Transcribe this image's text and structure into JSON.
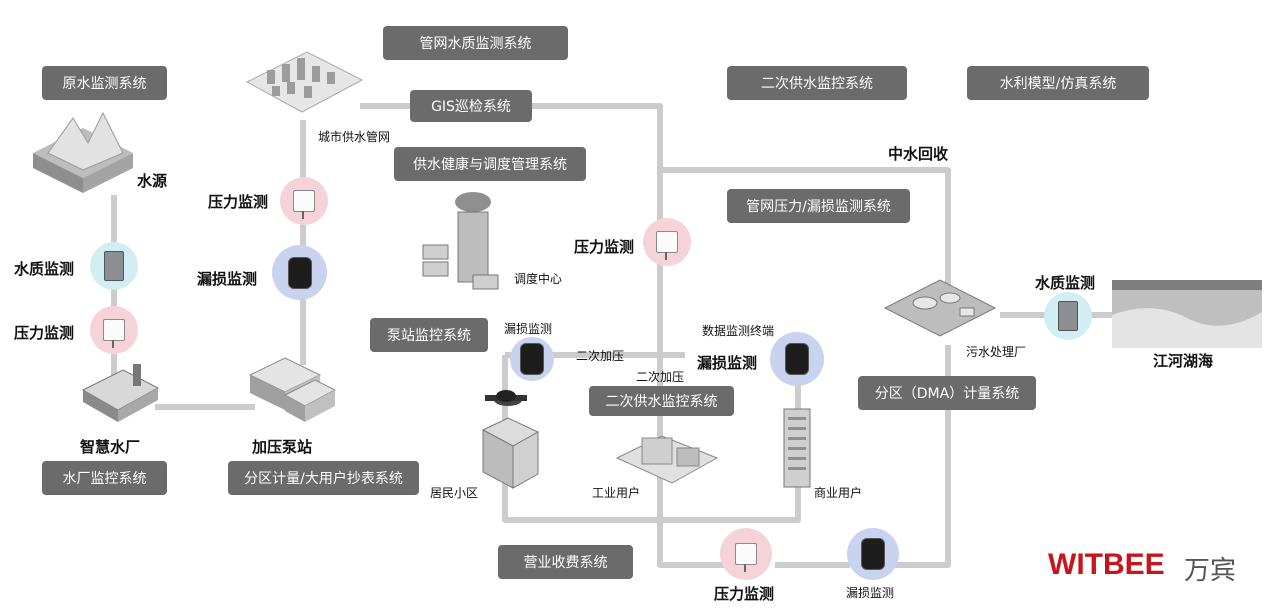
{
  "system_boxes": {
    "source_monitoring": "原水监测系统",
    "pipe_water_quality": "管网水质监测系统",
    "gis_patrol": "GIS巡检系统",
    "secondary_supply_top": "二次供水监控系统",
    "hydraulic_model": "水利模型/仿真系统",
    "health_dispatch": "供水健康与调度管理系统",
    "pressure_leak": "管网压力/漏损监测系统",
    "pump_station_system": "泵站监控系统",
    "secondary_supply_mid": "二次供水监控系统",
    "dma": "分区（DMA）计量系统",
    "plant_monitoring": "水厂监控系统",
    "zone_meter": "分区计量/大用户抄表系统",
    "billing": "营业收费系统"
  },
  "node_labels": {
    "water_source": "水源",
    "city_network": "城市供水管网",
    "dispatch_center": "调度中心",
    "reclaimed_water": "中水回收",
    "sewage_plant": "污水处理厂",
    "rivers": "江河湖海",
    "smart_plant": "智慧水厂",
    "booster_station": "加压泵站",
    "residential": "居民小区",
    "industrial": "工业用户",
    "commercial": "商业用户",
    "secondary_boost_1": "二次加压",
    "secondary_boost_2": "二次加压",
    "data_terminal": "数据监测终端"
  },
  "sensor_labels": {
    "left_quality": "水质监测",
    "left_pressure": "压力监测",
    "mid_pressure": "压力监测",
    "mid_leak": "漏损监测",
    "center_pressure": "压力监测",
    "res_leak": "漏损监测",
    "com_leak": "漏损监测",
    "right_quality": "水质监测",
    "bottom_pressure": "压力监测",
    "bottom_leak": "漏损监测"
  },
  "brand": {
    "name": "WITBEE",
    "cn": "万宾",
    "color": "#c8151d"
  },
  "colors": {
    "pipe": "#c9c9c9",
    "box": "#6b6b6b"
  }
}
